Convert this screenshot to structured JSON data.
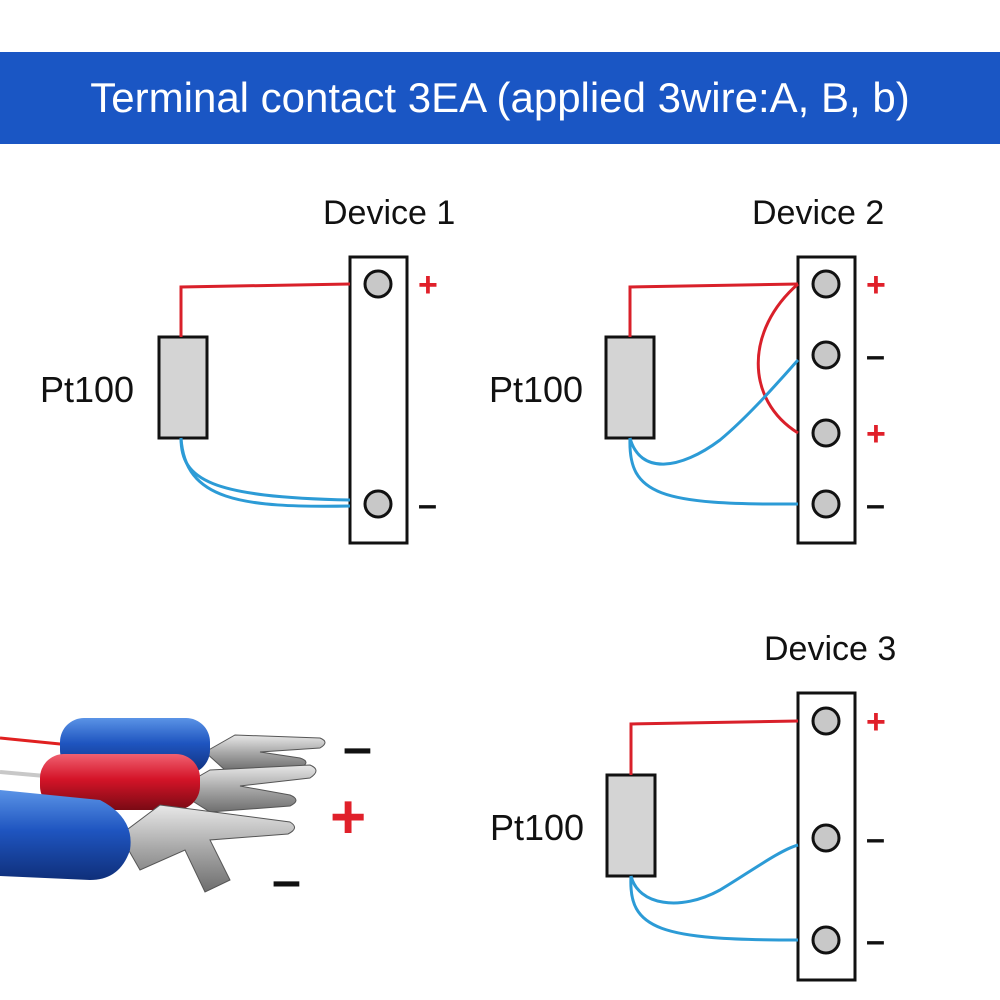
{
  "banner": {
    "title": "Terminal contact 3EA (applied 3wire:A, B, b)",
    "background": "#1a56c4"
  },
  "colors": {
    "red_wire": "#d9202a",
    "blue_wire": "#2c9bd6",
    "plus_sign": "#e0202a",
    "minus_sign": "#111111",
    "terminal_fill": "#c8c8c8",
    "resistor_fill": "#d4d4d4"
  },
  "devices": [
    {
      "title": "Device 1",
      "sensor_label": "Pt100",
      "terminals": [
        "+",
        "–"
      ]
    },
    {
      "title": "Device 2",
      "sensor_label": "Pt100",
      "terminals": [
        "+",
        "–",
        "+",
        "–"
      ]
    },
    {
      "title": "Device 3",
      "sensor_label": "Pt100",
      "terminals": [
        "+",
        "–",
        "–"
      ]
    }
  ],
  "photo": {
    "signs": [
      "–",
      "+",
      "–"
    ]
  }
}
